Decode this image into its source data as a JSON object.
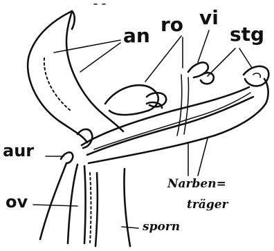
{
  "labels": {
    "an": "an",
    "ro": "ro",
    "vi": "vi",
    "stg": "stg",
    "aur": "aur",
    "ov": "ov",
    "narbentraeger_line1": "Narben=",
    "narbentraeger_line2": "träger",
    "sporn": "sporn"
  }
}
